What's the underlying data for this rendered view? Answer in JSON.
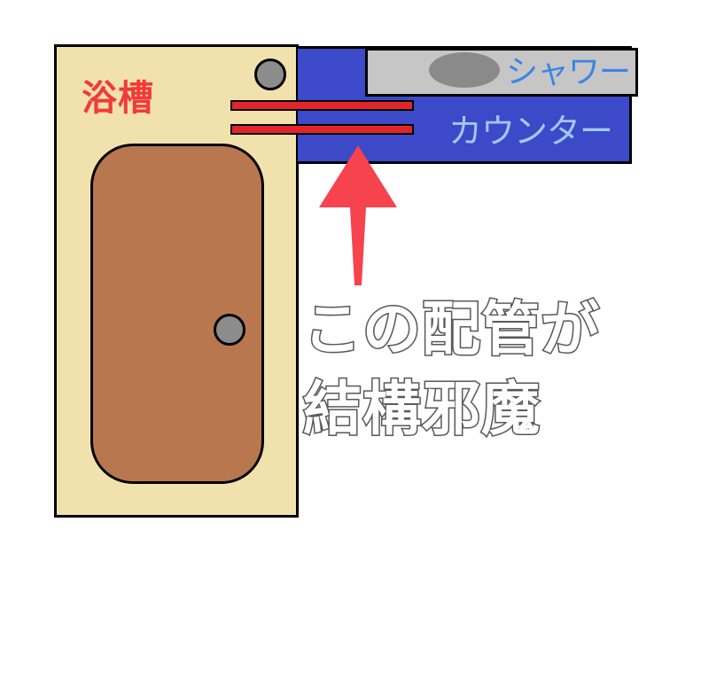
{
  "labels": {
    "bathtub": "浴槽",
    "shower": "シャワー",
    "counter": "カウンター"
  },
  "caption": {
    "line1": "この配管が",
    "line2": "結構邪魔"
  },
  "colors": {
    "bathtub_fill": "#f1e2ad",
    "basin_fill": "#b8774f",
    "counter_fill": "#3c49c8",
    "pipe_fill": "#e3242b",
    "arrow_fill": "#f6434d",
    "bathtub_label": "#f23a3a",
    "shower_label": "#3e83e8",
    "counter_label": "#9fc8f2"
  }
}
